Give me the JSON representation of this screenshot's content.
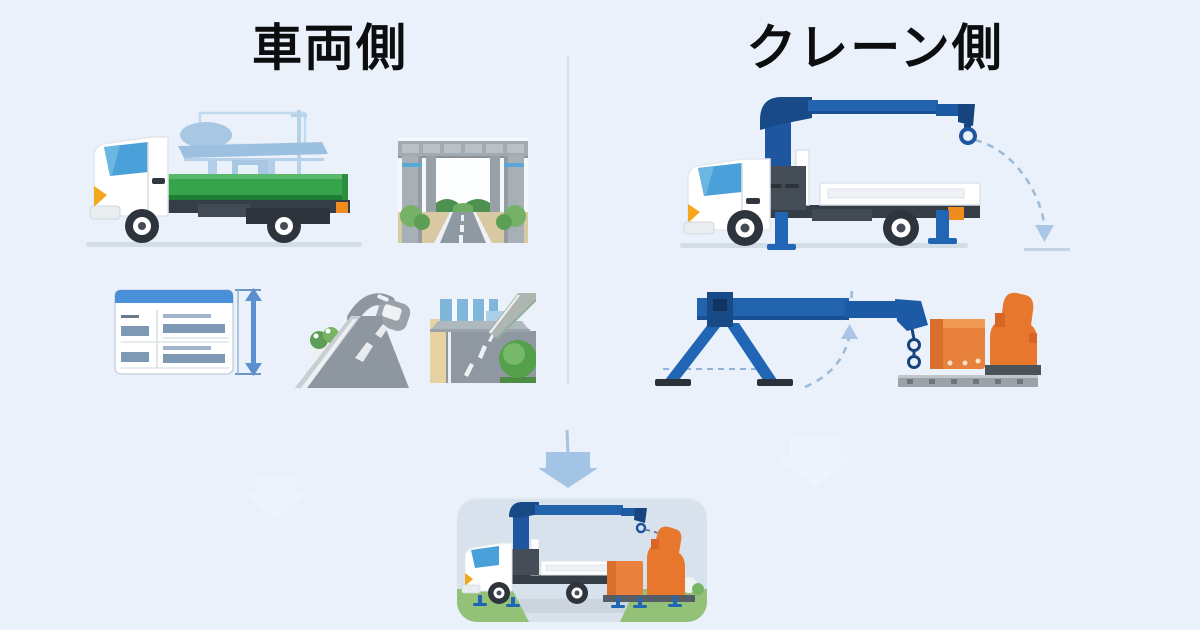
{
  "sections": {
    "vehicle": {
      "title": "車両側",
      "illustrations": [
        "flatbed-truck-with-ghost-canopy",
        "height-clearance-gantry",
        "spec-sheet-with-height-dimension",
        "sloped-road",
        "highway-overpass"
      ]
    },
    "crane": {
      "title": "クレーン側",
      "illustrations": [
        "crane-truck-lowering-hook",
        "crane-boom-with-outriggers-and-load"
      ]
    },
    "result": {
      "illustrations": [
        "merge-down-arrow",
        "crane-truck-loading-scene"
      ]
    }
  },
  "colors": {
    "background": "#eaf1fa",
    "divider": "#d7dfe8",
    "title_text": "#0c0d0f",
    "crane_blue": "#2263ae",
    "crane_blue_dark": "#174a86",
    "outrigger_blue": "#2166b4",
    "truck_green": "#36a44a",
    "equipment_orange": "#e8813c",
    "accent_orange": "#f5a81e",
    "mudflap_orange": "#f08c1e",
    "guide_dash_blue": "#9db9d8",
    "big_arrow_blue": "#a3c4e4",
    "panel_background": "#d8e2ed",
    "window_blue": "#4aa0d8",
    "chassis_dark": "#353d47",
    "road_gray": "#8f98a0"
  }
}
